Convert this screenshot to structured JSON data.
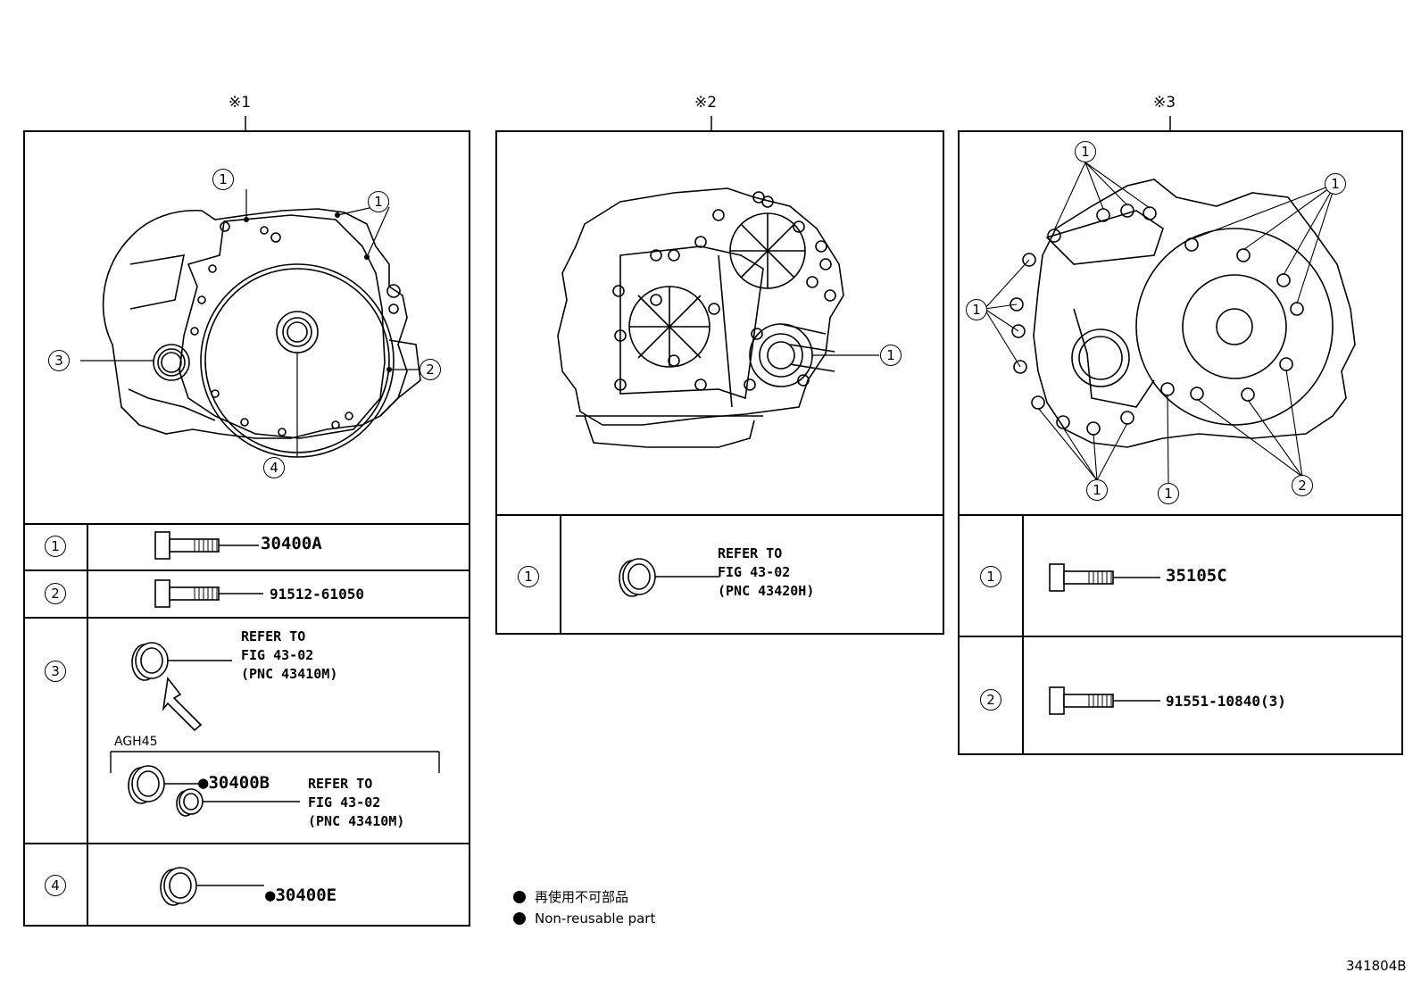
{
  "headers": {
    "h1": "※1",
    "h2": "※2",
    "h3": "※3"
  },
  "panel1": {
    "callouts": {
      "c1a": "1",
      "c1b": "1",
      "c2": "2",
      "c3": "3",
      "c4": "4"
    },
    "rows": [
      {
        "index": "1",
        "part": "30400A"
      },
      {
        "index": "2",
        "part": "91512-61050"
      },
      {
        "index": "3",
        "ref": "REFER TO\nFIG 43-02\n(PNC 43410M)",
        "variant": "AGH45",
        "part": "●30400B",
        "ref2": "REFER TO\nFIG 43-02\n(PNC 43410M)"
      },
      {
        "index": "4",
        "part": "●30400E"
      }
    ]
  },
  "panel2": {
    "callouts": {
      "c1": "1"
    },
    "rows": [
      {
        "index": "1",
        "ref": "REFER TO\nFIG 43-02\n(PNC 43420H)"
      }
    ]
  },
  "panel3": {
    "callouts": {
      "c1a": "1",
      "c1b": "1",
      "c1c": "1",
      "c1d": "1",
      "c1e": "1",
      "c2": "2"
    },
    "rows": [
      {
        "index": "1",
        "part": "35105C"
      },
      {
        "index": "2",
        "part": "91551-10840(3)"
      }
    ]
  },
  "legend": {
    "jp": "再使用不可部品",
    "en": "Non-reusable part"
  },
  "figure_id": "341804B"
}
